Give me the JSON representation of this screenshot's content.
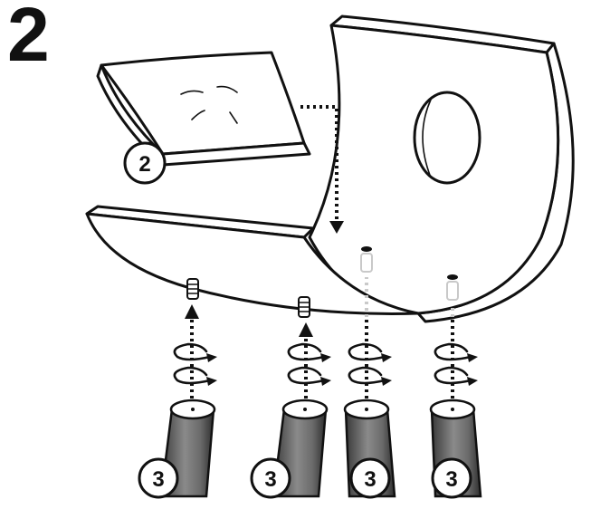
{
  "step": {
    "number": "2"
  },
  "callouts": {
    "cushion": "2",
    "leg_1": "3",
    "leg_2": "3",
    "leg_3": "3",
    "leg_4": "3"
  },
  "colors": {
    "line": "#111111",
    "background": "#ffffff",
    "leg_fill": "#7a7a7a",
    "hidden_part": "#c9c9c9"
  }
}
